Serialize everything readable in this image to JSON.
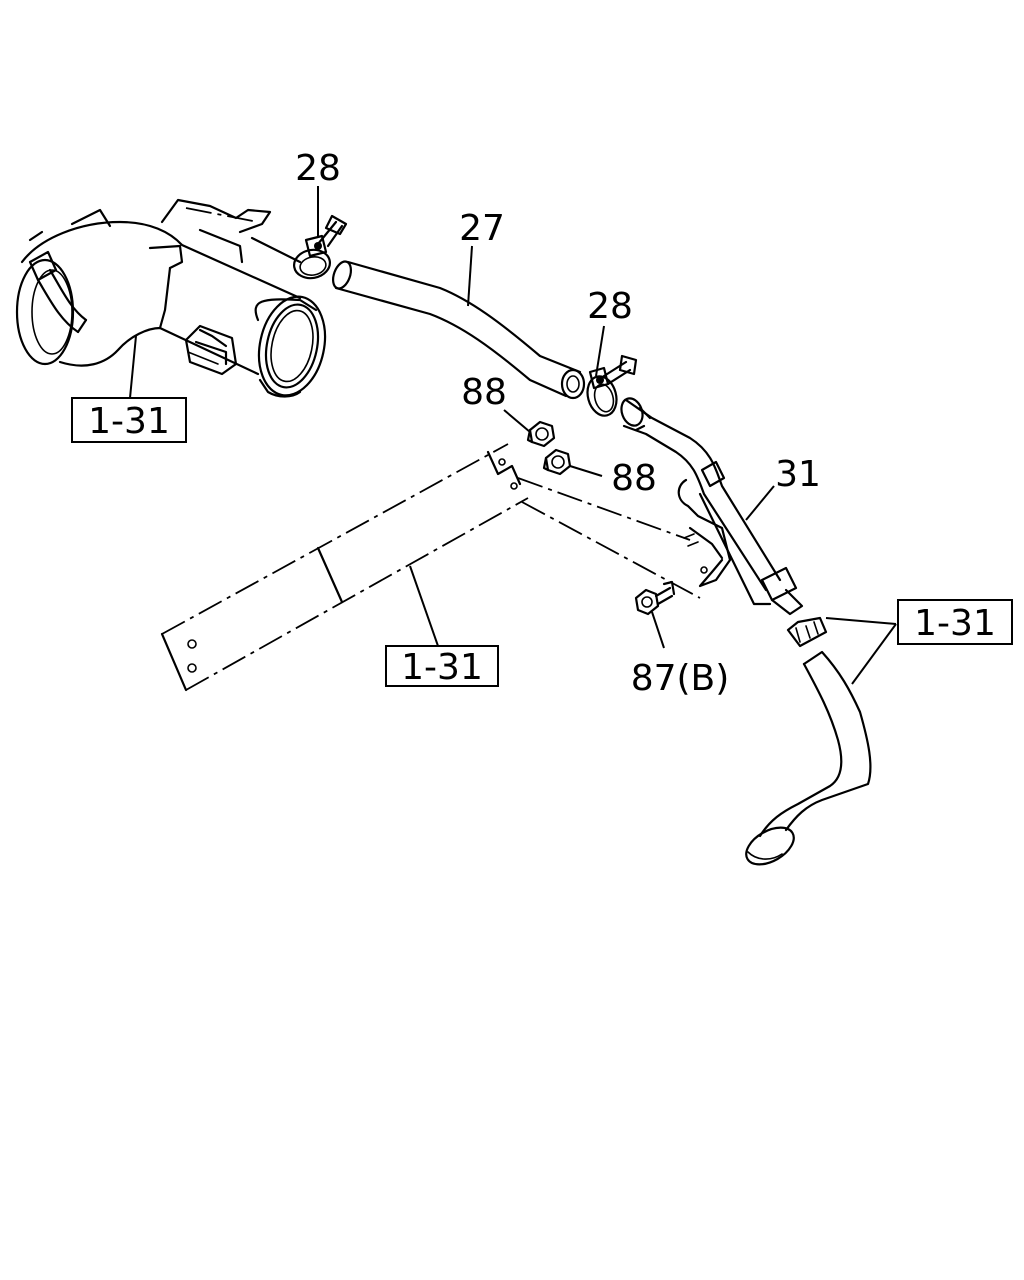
{
  "callouts": {
    "clamp_upper": "28",
    "hose_27": "27",
    "clamp_lower": "28",
    "nut_upper": "88",
    "nut_lower": "88",
    "pipe_31": "31",
    "bolt_87b": "87(B)"
  },
  "ref_boxes": {
    "air_duct": "1-31",
    "bracket": "1-31",
    "lower_hose": "1-31"
  }
}
